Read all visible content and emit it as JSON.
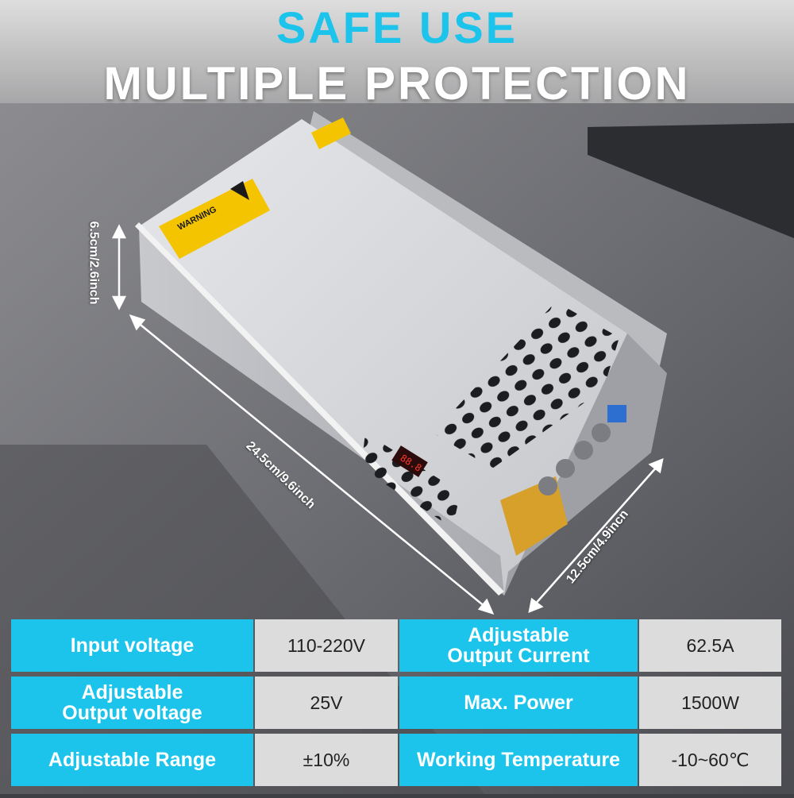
{
  "headline": {
    "line1": "SAFE USE",
    "line2": "MULTIPLE PROTECTION"
  },
  "dimensions": {
    "height": "6.5cm/2.6inch",
    "length": "24.5cm/9.6inch",
    "width": "12.5cm/4.9incn"
  },
  "warning_label": "WARNING",
  "specs": [
    {
      "label": "Input voltage",
      "value": "110-220V",
      "label2": "Adjustable\nOutput Current",
      "value2": "62.5A"
    },
    {
      "label": "Adjustable\nOutput voltage",
      "value": "25V",
      "label2": "Max. Power",
      "value2": "1500W"
    },
    {
      "label": "Adjustable Range",
      "value": "±10%",
      "label2": "Working Temperature",
      "value2": "-10~60℃"
    }
  ],
  "colors": {
    "accent": "#1cc4ec",
    "label_text": "#ffffff",
    "value_bg": "#dcdcdc",
    "warning_label": "#f5c400"
  }
}
